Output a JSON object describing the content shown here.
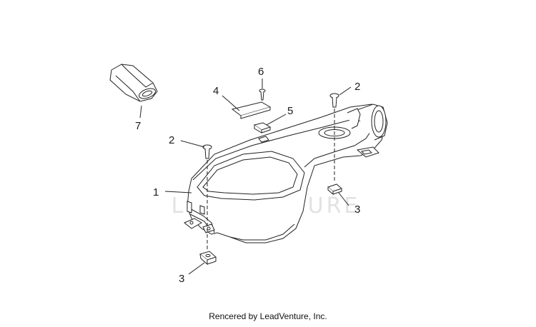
{
  "watermark": {
    "text": "LEADVENTURE"
  },
  "callouts": [
    {
      "id": "callout-1",
      "label": "1"
    },
    {
      "id": "callout-2-left",
      "label": "2"
    },
    {
      "id": "callout-2-right",
      "label": "2"
    },
    {
      "id": "callout-3-right",
      "label": "3"
    },
    {
      "id": "callout-3-bottom",
      "label": "3"
    },
    {
      "id": "callout-4",
      "label": "4"
    },
    {
      "id": "callout-5",
      "label": "5"
    },
    {
      "id": "callout-6",
      "label": "6"
    },
    {
      "id": "callout-7",
      "label": "7"
    }
  ],
  "footer": {
    "text": "Rencered by LeadVenture, Inc."
  }
}
